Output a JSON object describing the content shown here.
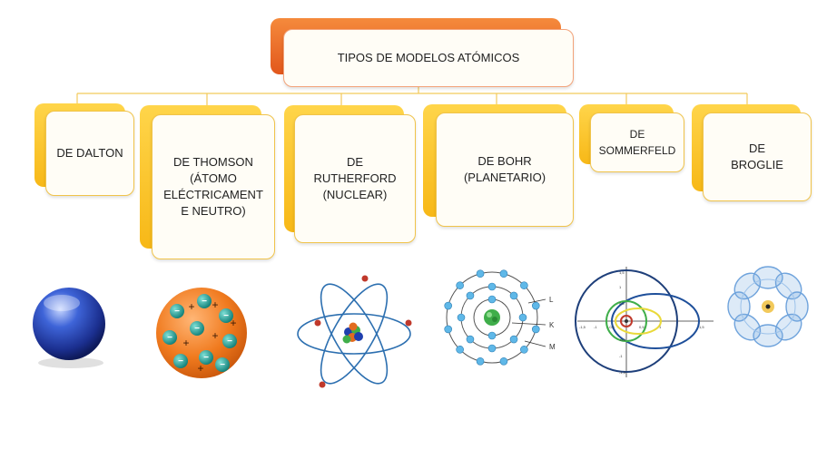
{
  "root": {
    "label": "TIPOS DE MODELOS ATÓMICOS"
  },
  "models": [
    {
      "id": "dalton",
      "label": "DE DALTON"
    },
    {
      "id": "thomson",
      "label": "DE THOMSON\n(ÁTOMO\nELÉCTRICAMENT\nE NEUTRO)"
    },
    {
      "id": "rutherford",
      "label": "DE\nRUTHERFORD\n(NUCLEAR)"
    },
    {
      "id": "bohr",
      "label": "DE BOHR\n(PLANETARIO)"
    },
    {
      "id": "sommerfeld",
      "label": "DE\nSOMMERFELD"
    },
    {
      "id": "broglie",
      "label": "DE\nBROGLIE"
    }
  ],
  "thomson_signs": [
    "+",
    "+",
    "+",
    "+",
    "+",
    "+",
    "−",
    "−",
    "−",
    "−",
    "−",
    "−",
    "−",
    "−",
    "−"
  ],
  "bohr_shell_labels": [
    "L",
    "K",
    "M"
  ],
  "sommerfeld_axis_labels": {
    "x_left": [
      "-1,5",
      "-1",
      "-0,5"
    ],
    "x_right": [
      "0,5",
      "1",
      "1,5"
    ],
    "y_top": [
      "1,5",
      "1",
      "0,5"
    ],
    "y_bottom": [
      "-0,5",
      "-1",
      "-1,5"
    ]
  },
  "colors": {
    "connector": "#f2c95b",
    "card_border": "#f0c34a",
    "yellow_back": "#f7b817",
    "orange_back": "#e2571c",
    "dalton_sphere": "#1f3fae",
    "thomson_body": "#f07a1e",
    "thomson_electron": "#1aa39a",
    "orbit_blue": "#2c6fb0",
    "electron_red": "#c0392b",
    "bohr_electron": "#5fb8e8",
    "bohr_nucleus": "#3fae4a"
  }
}
